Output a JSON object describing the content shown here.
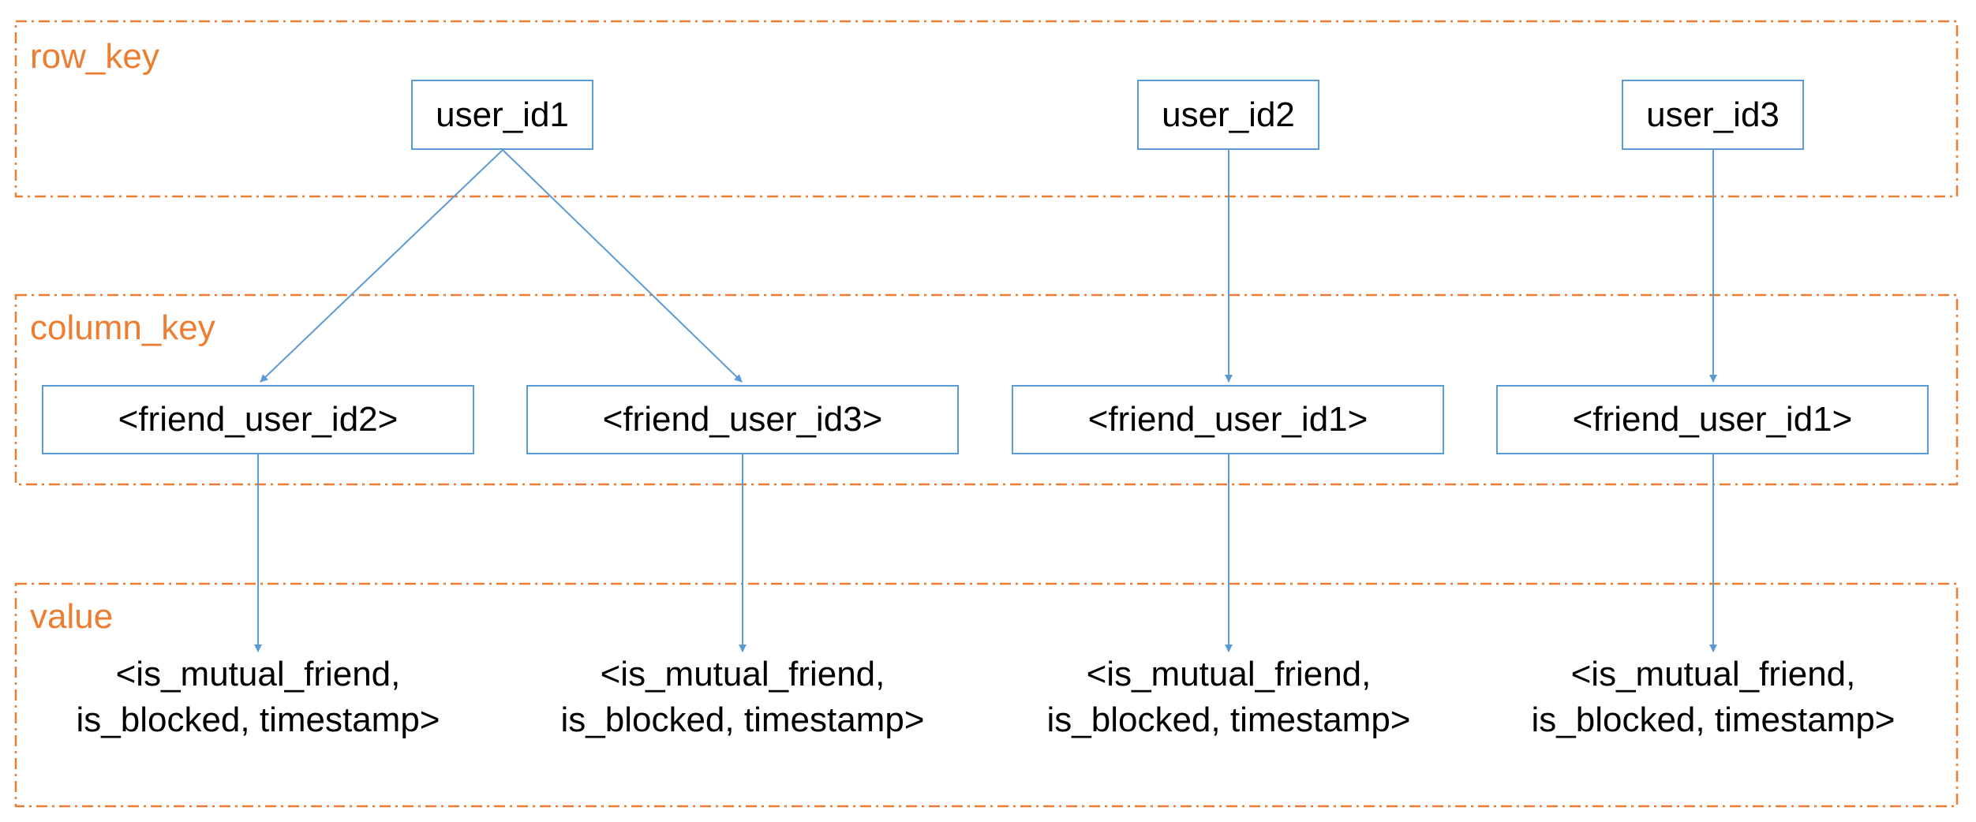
{
  "colors": {
    "section_border": "#ed7d31",
    "section_label": "#ed7d31",
    "node_border": "#5b9bd5",
    "edge": "#5b9bd5",
    "text": "#000000"
  },
  "sections": {
    "row_key": {
      "label": "row_key"
    },
    "column_key": {
      "label": "column_key"
    },
    "value": {
      "label": "value"
    }
  },
  "row_keys": [
    {
      "label": "user_id1"
    },
    {
      "label": "user_id2"
    },
    {
      "label": "user_id3"
    }
  ],
  "column_keys": [
    {
      "label": "<friend_user_id2>",
      "parent": 0
    },
    {
      "label": "<friend_user_id3>",
      "parent": 0
    },
    {
      "label": "<friend_user_id1>",
      "parent": 1
    },
    {
      "label": "<friend_user_id1>",
      "parent": 2
    }
  ],
  "values": [
    {
      "line1": "<is_mutual_friend,",
      "line2": "is_blocked, timestamp>"
    },
    {
      "line1": "<is_mutual_friend,",
      "line2": "is_blocked, timestamp>"
    },
    {
      "line1": "<is_mutual_friend,",
      "line2": "is_blocked, timestamp>"
    },
    {
      "line1": "<is_mutual_friend,",
      "line2": "is_blocked, timestamp>"
    }
  ]
}
